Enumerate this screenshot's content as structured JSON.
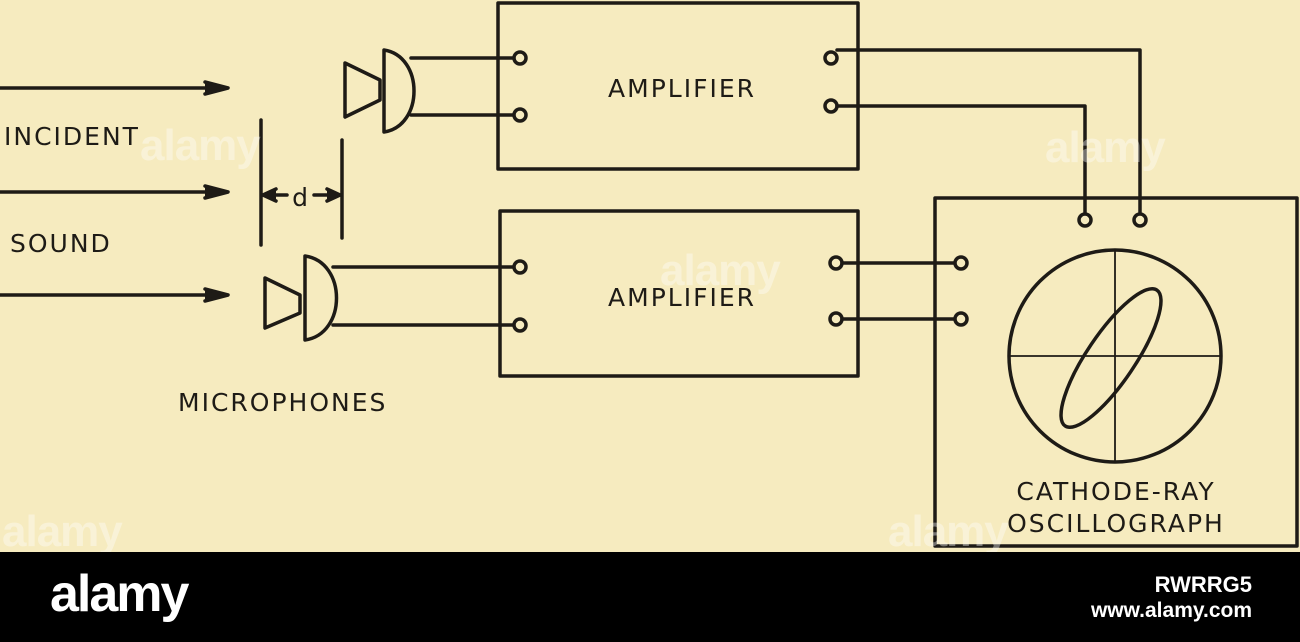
{
  "colors": {
    "paper": "#f6ebbf",
    "ink": "#1e1b16",
    "footer": "#000000",
    "footer_text": "#ffffff"
  },
  "diagram": {
    "incident_label": "INCIDENT",
    "sound_label": "SOUND",
    "distance_label": "d",
    "microphones_label": "MICROPHONES",
    "amplifier_top_label": "AMPLIFIER",
    "amplifier_bottom_label": "AMPLIFIER",
    "oscillograph_line1": "CATHODE-RAY",
    "oscillograph_line2": "OSCILLOGRAPH"
  },
  "watermark": {
    "text": "alamy"
  },
  "footer": {
    "logo": "alamy",
    "image_id": "RWRRG5",
    "site": "www.alamy.com"
  }
}
